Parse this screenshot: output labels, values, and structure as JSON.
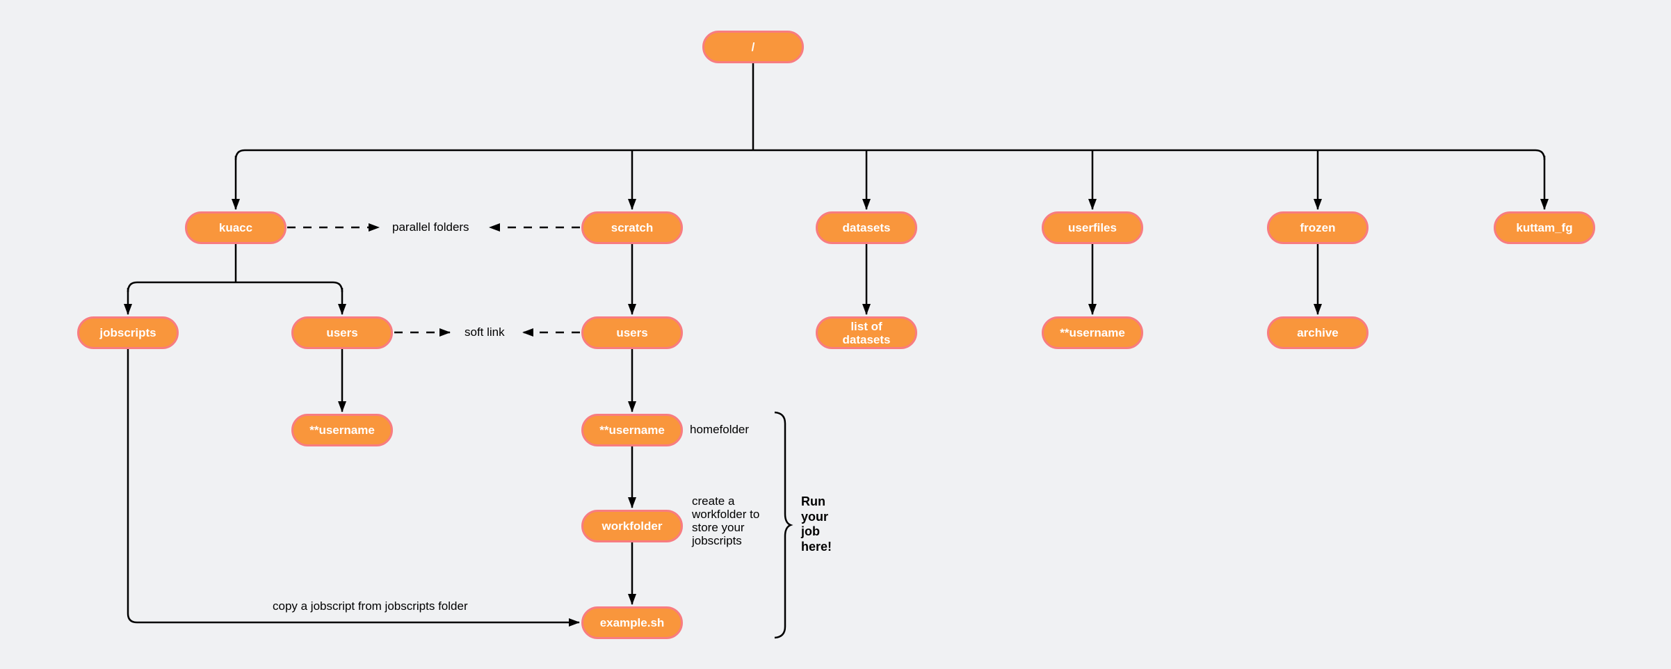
{
  "colors": {
    "background": "#f0f1f3",
    "node_fill": "#f9963c",
    "node_stroke": "#f87c80",
    "node_text": "#ffffff",
    "line": "#000000",
    "note_text": "#000000"
  },
  "nodes": {
    "root": {
      "label": "/"
    },
    "kuacc": {
      "label": "kuacc"
    },
    "scratch": {
      "label": "scratch"
    },
    "datasets": {
      "label": "datasets"
    },
    "userfiles": {
      "label": "userfiles"
    },
    "frozen": {
      "label": "frozen"
    },
    "kuttam_fg": {
      "label": "kuttam_fg"
    },
    "jobscripts": {
      "label": "jobscripts"
    },
    "users_kuacc": {
      "label": "users"
    },
    "users_scratch": {
      "label": "users"
    },
    "list_of_datasets": {
      "label": "list of datasets"
    },
    "username_userfiles": {
      "label": "**username"
    },
    "archive": {
      "label": "archive"
    },
    "username_kuacc": {
      "label": "**username"
    },
    "username_home": {
      "label": "**username"
    },
    "workfolder": {
      "label": "workfolder"
    },
    "example_sh": {
      "label": "example.sh"
    }
  },
  "annotations": {
    "parallel_folders": "parallel folders",
    "soft_link": "soft link",
    "homefolder": "homefolder",
    "workfolder_note": {
      "lines": [
        "create a",
        "workfolder to",
        "store your",
        "jobscripts"
      ]
    },
    "run_note": {
      "lines": [
        "Run",
        "your",
        "job",
        "here!"
      ]
    },
    "copy_note": "copy a jobscript from jobscripts folder"
  }
}
